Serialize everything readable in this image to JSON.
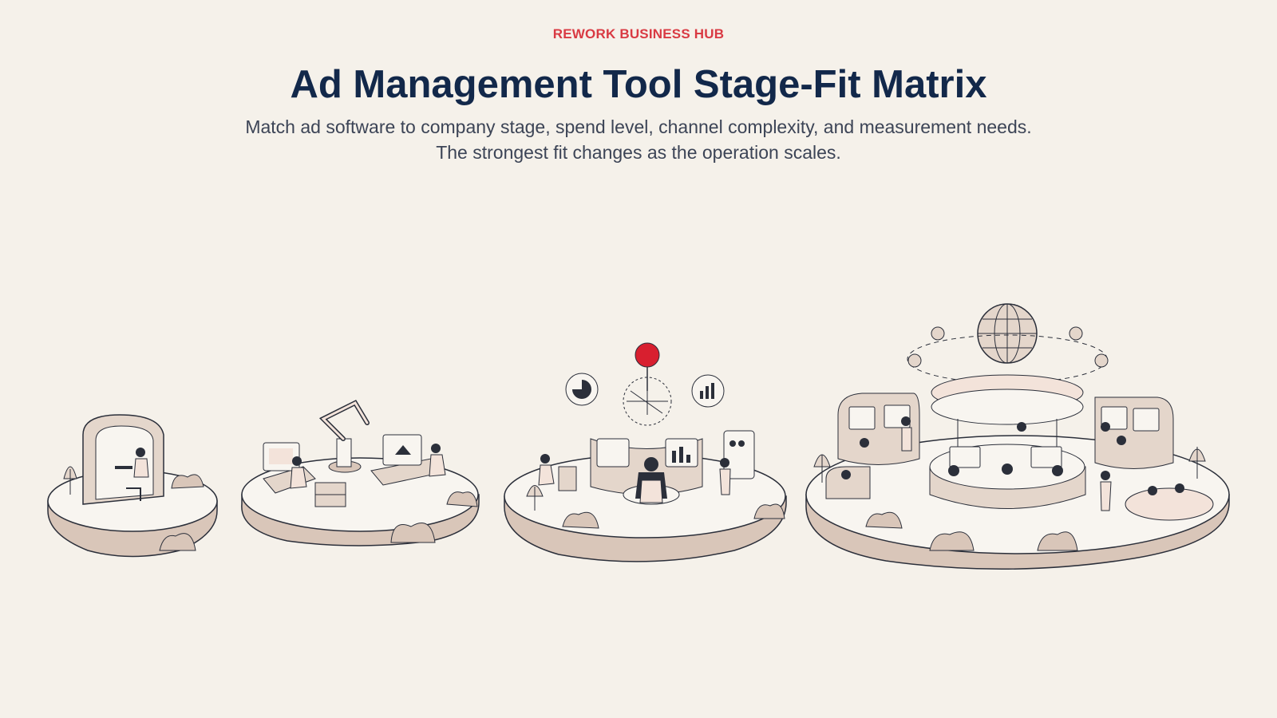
{
  "header": {
    "eyebrow": "REWORK BUSINESS HUB",
    "title": "Ad Management Tool Stage-Fit Matrix",
    "subtitle_line1": "Match ad software to company stage, spend level, channel complexity, and measurement needs.",
    "subtitle_line2": "The strongest fit changes as the operation scales."
  },
  "illustrations": [
    {
      "name": "solo-stage",
      "icon": "person-in-booth"
    },
    {
      "name": "small-team-stage",
      "icon": "robot-arm-desks"
    },
    {
      "name": "growth-stage",
      "icon": "hub-with-charts"
    },
    {
      "name": "enterprise-stage",
      "icon": "globe-command-center"
    }
  ],
  "colors": {
    "background": "#f5f1ea",
    "accent_red": "#d93a43",
    "title_navy": "#12284a",
    "platform_fill": "#f8f5f0",
    "platform_shade": "#d9c6b9",
    "ink": "#2b2f3a"
  }
}
